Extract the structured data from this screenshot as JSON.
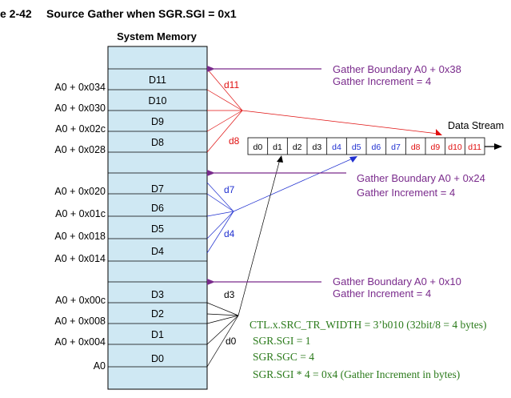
{
  "figure": {
    "title_prefix": "e 2-42",
    "title": "Source Gather when SGR.SGI = 0x1"
  },
  "memory": {
    "heading": "System Memory",
    "blocks": [
      "D11",
      "D10",
      "D9",
      "D8",
      "D7",
      "D6",
      "D5",
      "D4",
      "D3",
      "D2",
      "D1",
      "D0"
    ],
    "addresses": [
      "A0 + 0x034",
      "A0 + 0x030",
      "A0 + 0x02c",
      "A0 + 0x028",
      "A0 + 0x020",
      "A0 + 0x01c",
      "A0 + 0x018",
      "A0 + 0x014",
      "A0 + 0x00c",
      "A0 + 0x008",
      "A0 + 0x004",
      "A0"
    ]
  },
  "stream": {
    "label": "Data Stream",
    "cells": [
      "d0",
      "d1",
      "d2",
      "d3",
      "d4",
      "d5",
      "d6",
      "d7",
      "d8",
      "d9",
      "d10",
      "d11"
    ],
    "colors": [
      "#000000",
      "#000000",
      "#000000",
      "#000000",
      "#2030d0",
      "#2030d0",
      "#2030d0",
      "#2030d0",
      "#e01010",
      "#e01010",
      "#e01010",
      "#e01010"
    ]
  },
  "fan_labels": {
    "d11": "d11",
    "d8": "d8",
    "d7": "d7",
    "d4": "d4",
    "d3": "d3",
    "d0": "d0"
  },
  "boundaries": [
    {
      "boundary": "Gather Boundary A0 + 0x38",
      "increment": "Gather Increment = 4"
    },
    {
      "boundary": "Gather Boundary A0 + 0x24",
      "increment": "Gather Increment = 4"
    },
    {
      "boundary": "Gather Boundary A0 + 0x10",
      "increment": "Gather Increment = 4"
    }
  ],
  "notes": {
    "ctl": "CTL.x.SRC_TR_WIDTH = 3’b010 (32bit/8 = 4 bytes)",
    "sgi": "SGR.SGI = 1",
    "sgc": "SGR.SGC = 4",
    "inc": "SGR.SGI * 4 = 0x4 (Gather Increment in bytes)"
  },
  "colors": {
    "purple": "#7a2b8c",
    "red": "#e01010",
    "blue": "#2030d0",
    "green": "#2a7a1a",
    "memory_fill": "#cfe8f3"
  }
}
